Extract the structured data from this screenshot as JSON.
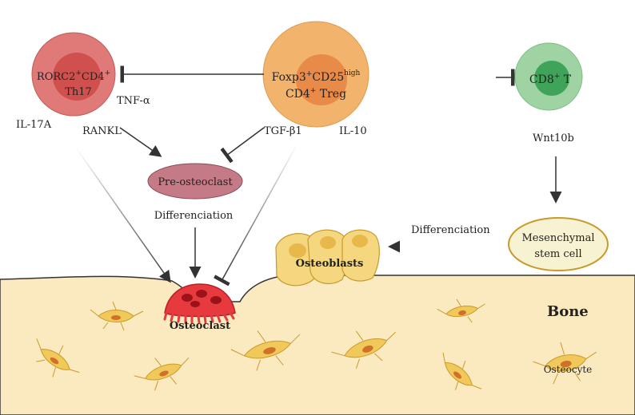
{
  "cells": {
    "th17": {
      "line1": "RORC2",
      "sup1": "+",
      "mid1": "CD4",
      "sup2": "+",
      "line2": "Th17"
    },
    "treg": {
      "line1": "Foxp3",
      "sup1": "+",
      "mid1": "CD25",
      "sup2": "high",
      "line2a": "CD4",
      "sup3": "+",
      "line2b": " Treg"
    },
    "cd8": {
      "line1": "CD8",
      "sup1": "+",
      "tail": " T"
    }
  },
  "labels": {
    "il17a": "IL-17A",
    "rankl": "RANKL",
    "tnfa": "TNF-α",
    "tgfb1": "TGF-β1",
    "il10": "IL-10",
    "wnt10b": "Wnt10b",
    "pre_osteoclast": "Pre-osteoclast",
    "differenciation_left": "Differenciation",
    "differenciation_right": "Differenciation",
    "msc_line1": "Mesenchymal",
    "msc_line2": "stem cell",
    "osteoblasts": "Osteoblasts",
    "osteoclast": "Osteoclast",
    "bone": "Bone",
    "osteocyte": "Osteocyte"
  },
  "colors": {
    "th17": "#e07a78",
    "treg": "#f2b36c",
    "cd8": "#9fd3a4",
    "pre_osteoclast": "#c57a87",
    "msc": "#f7f2d2",
    "bone": "#fbeac0",
    "osteoclast": "#e63a3f",
    "osteoblast": "#f4d77e",
    "osteocyte": "#f0c95a"
  }
}
